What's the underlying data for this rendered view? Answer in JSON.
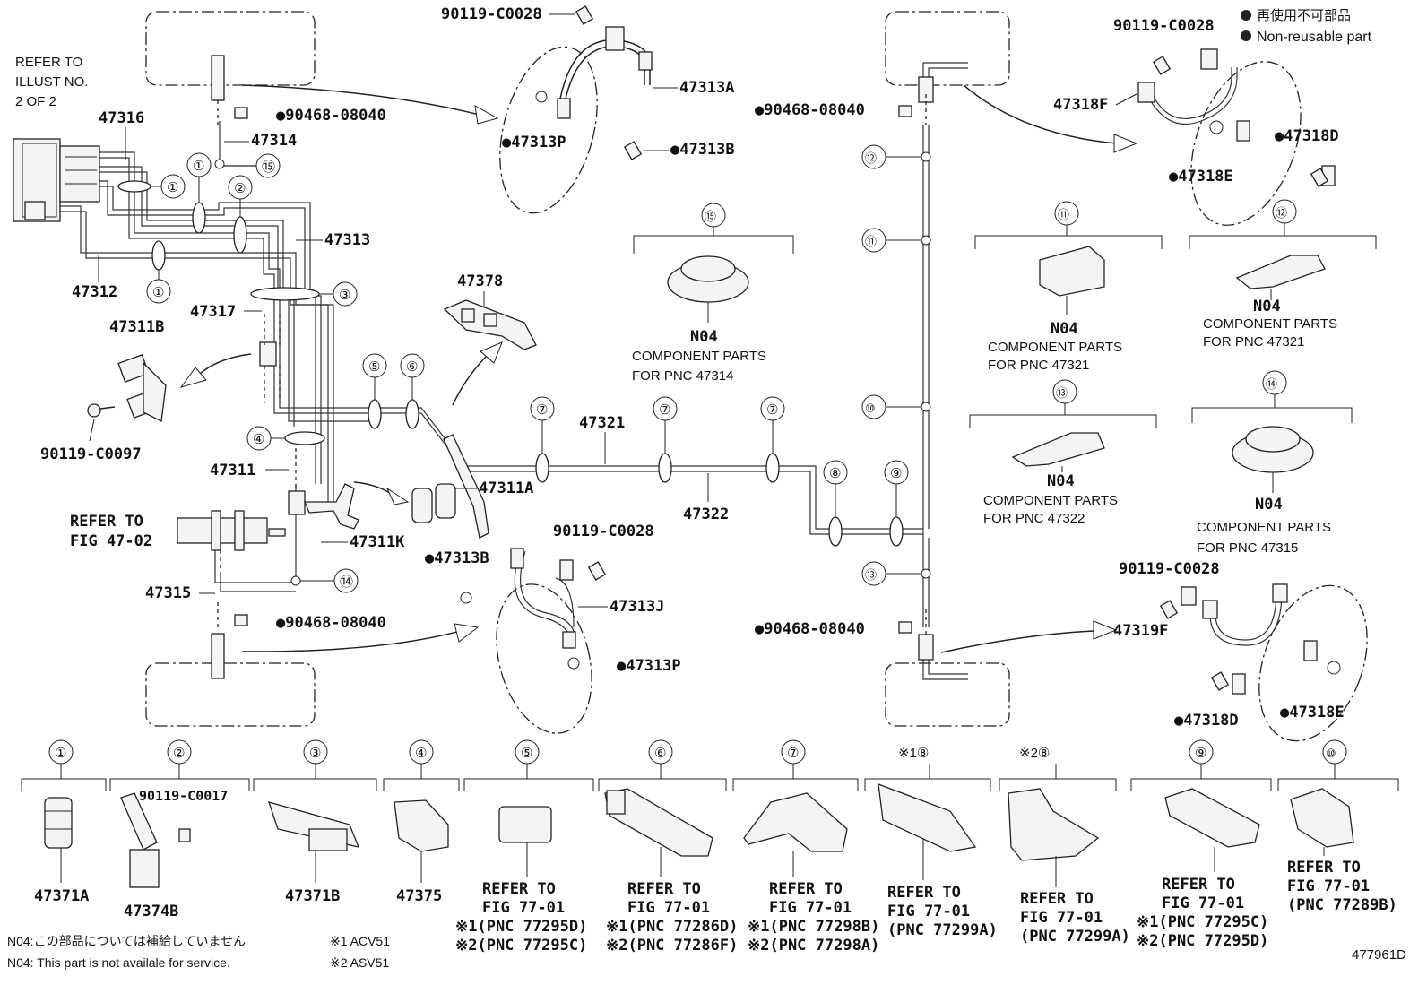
{
  "legend": {
    "jp": "再使用不可部品",
    "en": "Non-reusable part"
  },
  "refer_illust": [
    "REFER TO",
    "ILLUST NO.",
    "2 OF 2"
  ],
  "refer_fig_47_02": [
    "REFER TO",
    "FIG 47-02"
  ],
  "parts": {
    "p47316": "47316",
    "p47314": "47314",
    "p47313": "47313",
    "p47312": "47312",
    "p47317": "47317",
    "p47311B": "47311B",
    "p90119_C0097": "90119-C0097",
    "p47311": "47311",
    "p47311A": "47311A",
    "p47311K": "47311K",
    "p47315": "47315",
    "p47378": "47378",
    "p47321": "47321",
    "p47322": "47322",
    "p90468_top": "●90468-08040",
    "p90468_bottom": "●90468-08040",
    "p90468_right_top": "●90468-08040",
    "p90468_right_bottom": "●90468-08040",
    "p90119_top": "90119-C0028",
    "p47313A": "47313A",
    "p47313P_top": "●47313P",
    "p47313B_top": "●47313B",
    "p90119_mid": "90119-C0028",
    "p47313B_mid": "●47313B",
    "p47313J": "47313J",
    "p47313P_mid": "●47313P",
    "p90119_right": "90119-C0028",
    "p47318F": "47318F",
    "p47318D_top": "●47318D",
    "p47318E_top": "●47318E",
    "p90119_right_low": "90119-C0028",
    "p47319F": "47319F",
    "p47318D_low": "●47318D",
    "p47318E_low": "●47318E"
  },
  "component_boxes": [
    {
      "num": "⑮",
      "code": "N04",
      "line1": "COMPONENT PARTS",
      "line2": "FOR PNC 47314"
    },
    {
      "num": "⑪",
      "code": "N04",
      "line1": "COMPONENT PARTS",
      "line2": "FOR PNC 47321"
    },
    {
      "num": "⑫",
      "code": "N04",
      "line1": "COMPONENT PARTS",
      "line2": "FOR PNC 47321"
    },
    {
      "num": "⑬",
      "code": "N04",
      "line1": "COMPONENT PARTS",
      "line2": "FOR PNC 47322"
    },
    {
      "num": "⑭",
      "code": "N04",
      "line1": "COMPONENT PARTS",
      "line2": "FOR PNC 47315"
    }
  ],
  "bottom_row": [
    {
      "num": "①",
      "label": "47371A"
    },
    {
      "num": "②",
      "label": "47374B",
      "extra": "90119-C0017"
    },
    {
      "num": "③",
      "label": "47371B"
    },
    {
      "num": "④",
      "label": "47375"
    },
    {
      "num": "⑤",
      "lines": [
        "REFER TO",
        "FIG 77-01",
        "※1(PNC 77295D)",
        "※2(PNC 77295C)"
      ]
    },
    {
      "num": "⑥",
      "lines": [
        "REFER TO",
        "FIG 77-01",
        "※1(PNC 77286D)",
        "※2(PNC 77286F)"
      ]
    },
    {
      "num": "⑦",
      "lines": [
        "REFER TO",
        "FIG 77-01",
        "※1(PNC 77298B)",
        "※2(PNC 77298A)"
      ]
    },
    {
      "num": "※1⑧",
      "lines": [
        "REFER TO",
        "FIG 77-01",
        "(PNC 77299A)"
      ]
    },
    {
      "num": "※2⑧",
      "lines": [
        "REFER TO",
        "FIG 77-01",
        "(PNC 77299A)"
      ]
    },
    {
      "num": "⑨",
      "lines": [
        "REFER TO",
        "FIG 77-01",
        "※1(PNC 77295C)",
        "※2(PNC 77295D)"
      ]
    },
    {
      "num": "⑩",
      "lines": [
        "REFER TO",
        "FIG 77-01",
        "(PNC 77289B)"
      ]
    }
  ],
  "footnotes": {
    "jp": "N04:この部品については補給していません",
    "en": "N04: This part is not availale for service.",
    "acv": "※1 ACV51",
    "asv": "※2 ASV51"
  },
  "figure_id": "477961D",
  "callouts": {
    "c1": "①",
    "c2": "②",
    "c3": "③",
    "c4": "④",
    "c5": "⑤",
    "c6": "⑥",
    "c7": "⑦",
    "c8": "⑧",
    "c9": "⑨",
    "c10": "⑩",
    "c11": "⑪",
    "c12": "⑫",
    "c13": "⑬",
    "c14": "⑭",
    "c15": "⑮"
  }
}
